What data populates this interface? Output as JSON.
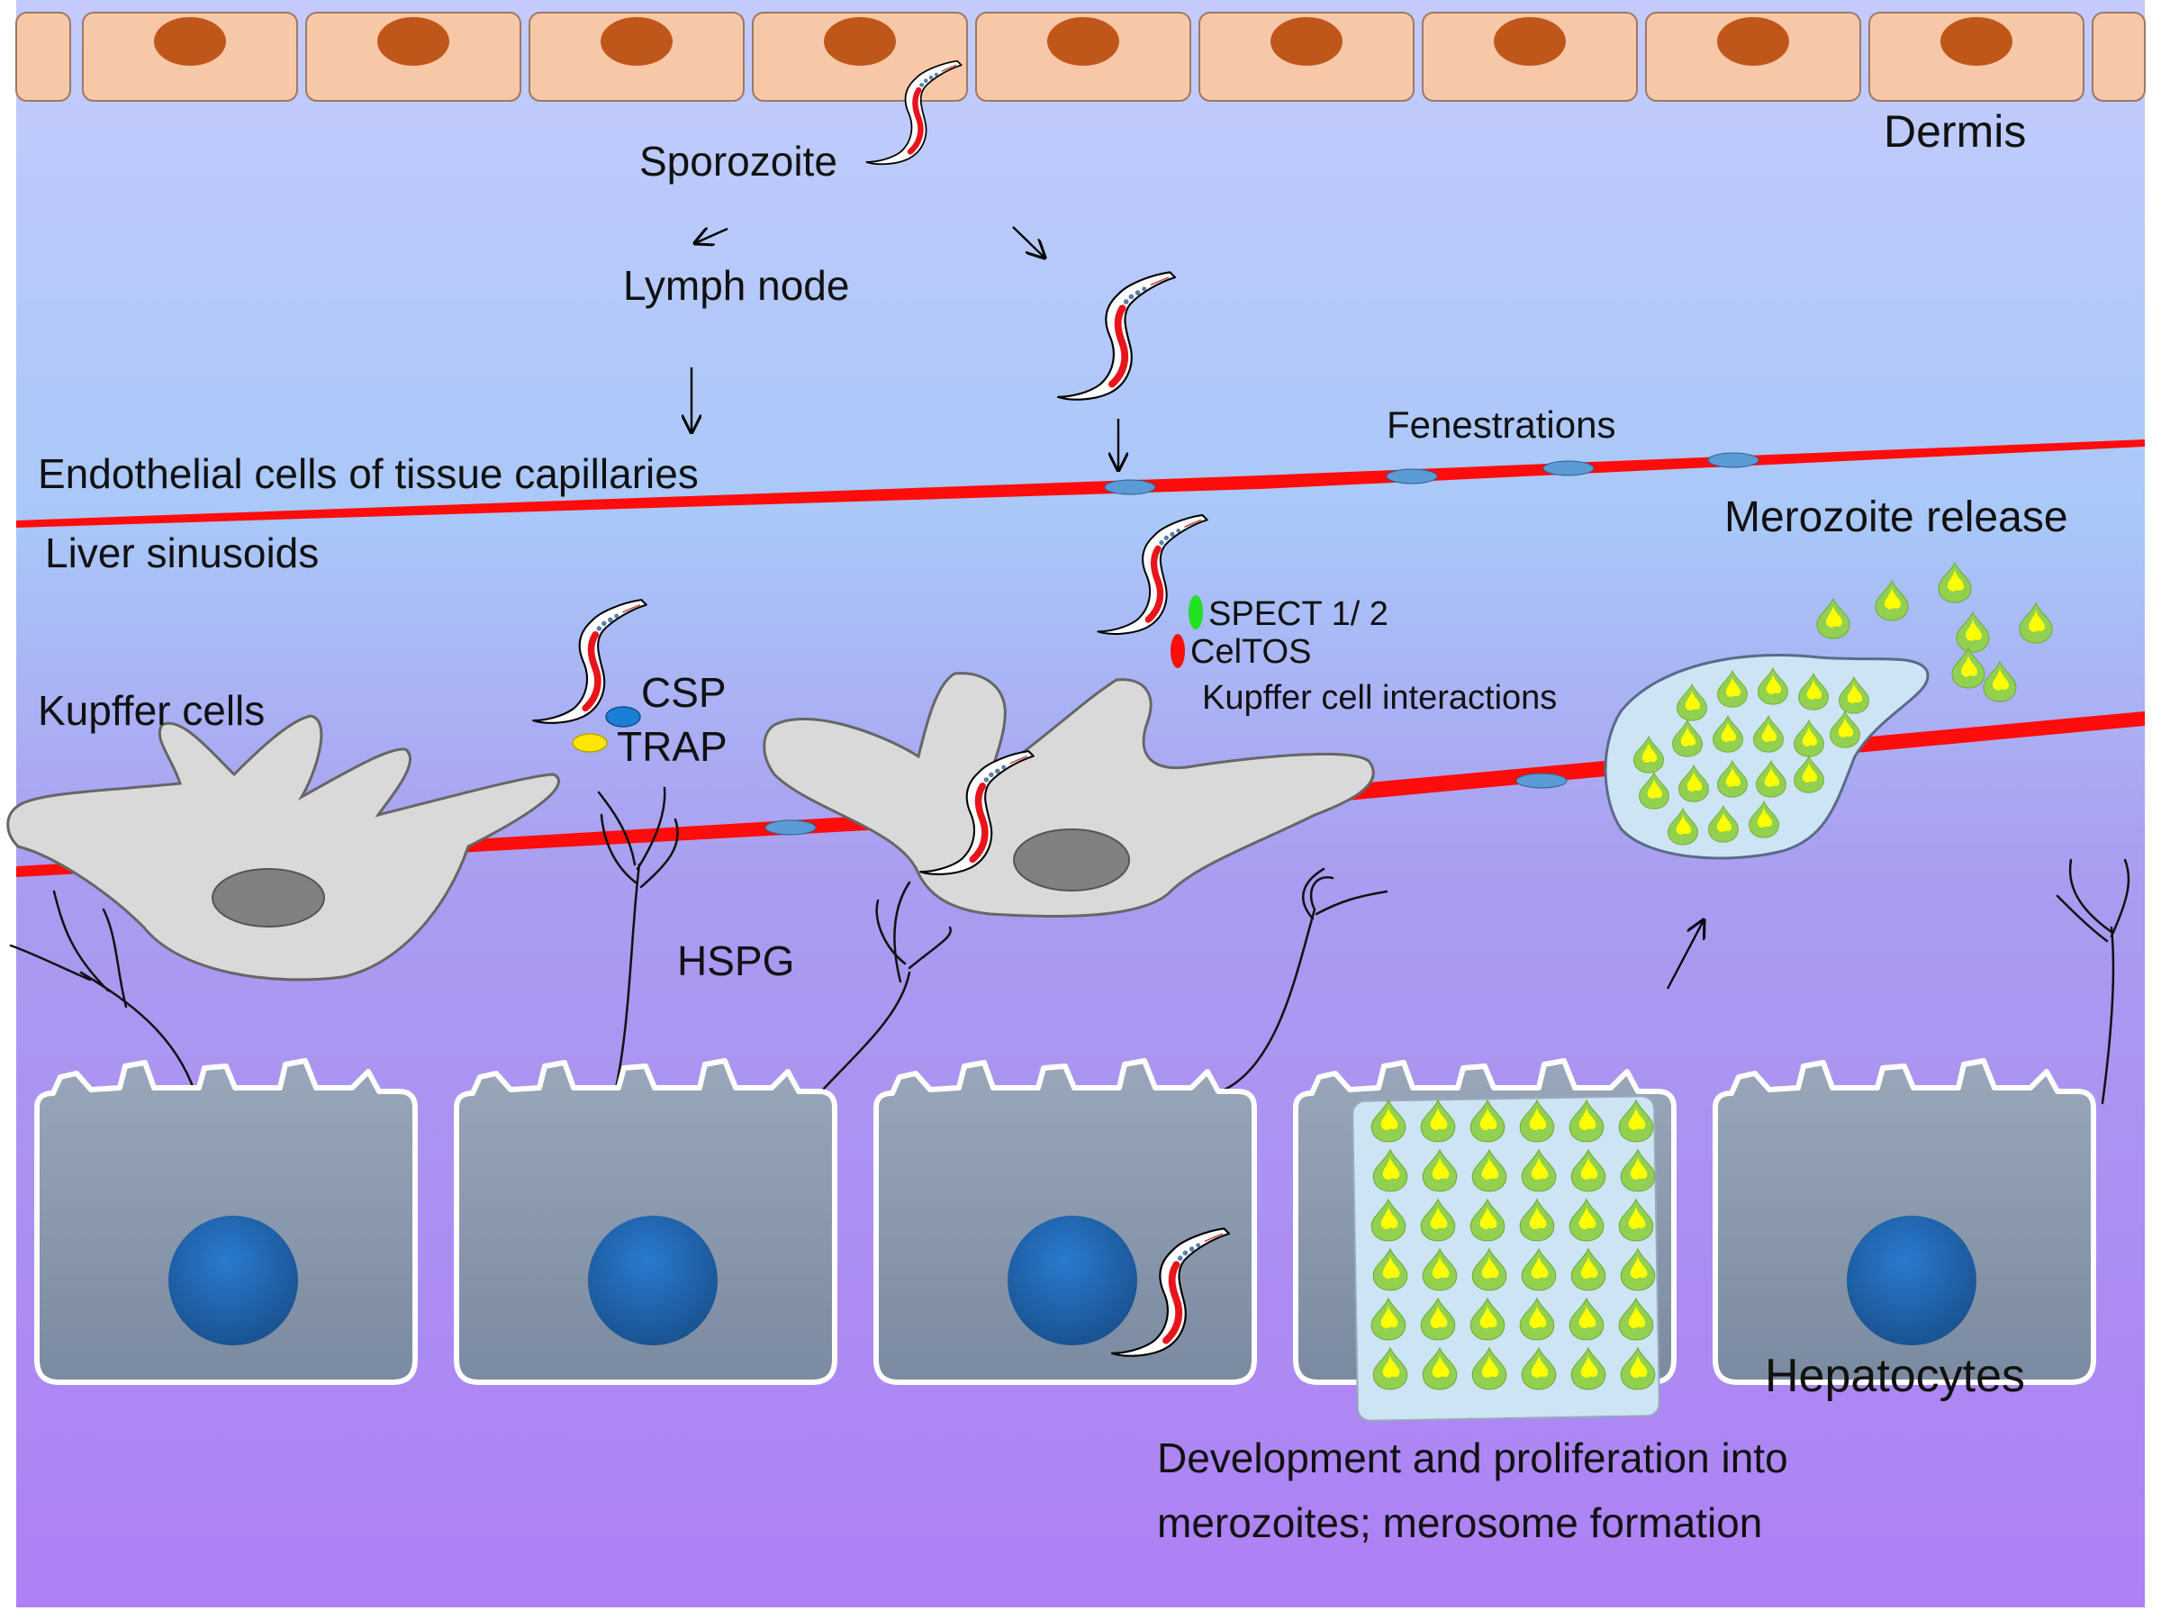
{
  "labels": {
    "dermis": "Dermis",
    "sporozoite": "Sporozoite",
    "lymph_node": "Lymph node",
    "endothelial": "Endothelial cells of tissue capillaries",
    "fenestrations": "Fenestrations",
    "liver_sinusoids": "Liver sinusoids",
    "merozoite_release": "Merozoite release",
    "spect": "SPECT 1/ 2",
    "celtos": "CelTOS",
    "kupffer_interactions": "Kupffer cell interactions",
    "kupffer_cells": "Kupffer cells",
    "csp": "CSP",
    "trap": "TRAP",
    "hspg": "HSPG",
    "hepatocytes": "Hepatocytes",
    "development_line1": "Development and proliferation into",
    "development_line2": "merozoites; merosome formation"
  },
  "colors": {
    "background_top": "#c3c9fb",
    "background_bottom": "#ae7ff5",
    "dermis_cell": "#f7c8a8",
    "dermis_nucleus": "#c0571a",
    "vessel": "#ff0c0c",
    "fenestration": "#5b9bd5",
    "kupffer_cell": "#d9d9d9",
    "kupffer_nucleus": "#808080",
    "hepatocyte": "#8090a6",
    "hepatocyte_nucleus": "#1f5f9c",
    "merozoite": "#92d050",
    "merozoite_core": "#ffff00",
    "csp_marker": "#1b7fd6",
    "trap_marker": "#ffe600",
    "spect_marker": "#22e022",
    "celtos_marker": "#ff0c0c"
  }
}
